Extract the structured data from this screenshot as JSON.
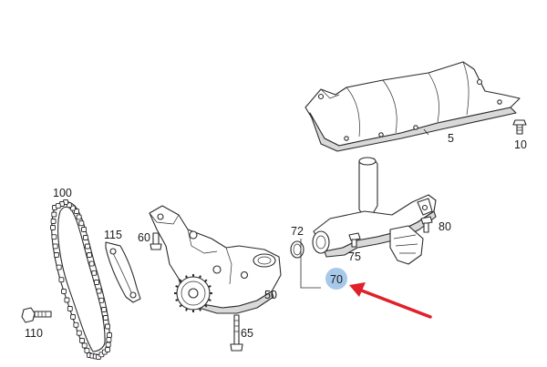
{
  "callouts": {
    "c5": "5",
    "c10": "10",
    "c100": "100",
    "c115": "115",
    "c60": "60",
    "c72": "72",
    "c80": "80",
    "c75": "75",
    "c70": "70",
    "c50": "50",
    "c65": "65",
    "c110": "110"
  },
  "highlight": {
    "part": "70",
    "circle_color": "#a8c8ea",
    "arrow_color": "#e0202a"
  }
}
